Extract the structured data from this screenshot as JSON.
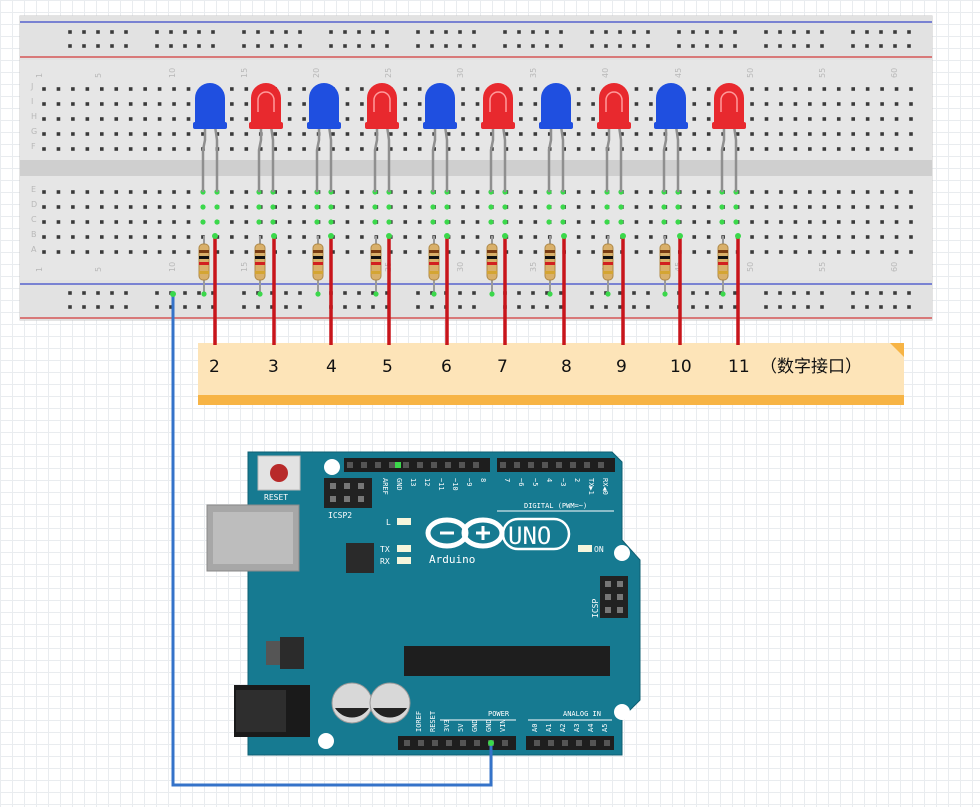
{
  "breadboard": {
    "top_numbers": [
      "1",
      "5",
      "10",
      "15",
      "20",
      "25",
      "30",
      "35",
      "40",
      "45",
      "50",
      "55",
      "60"
    ],
    "bottom_numbers": [
      "1",
      "5",
      "10",
      "15",
      "20",
      "25",
      "30",
      "35",
      "40",
      "45",
      "50",
      "55",
      "60"
    ],
    "upper_row_letters": [
      "J",
      "I",
      "H",
      "G",
      "F"
    ],
    "lower_row_letters": [
      "E",
      "D",
      "C",
      "B",
      "A"
    ]
  },
  "leds": [
    {
      "color": "blue"
    },
    {
      "color": "red"
    },
    {
      "color": "blue"
    },
    {
      "color": "red"
    },
    {
      "color": "blue"
    },
    {
      "color": "red"
    },
    {
      "color": "blue"
    },
    {
      "color": "red"
    },
    {
      "color": "blue"
    },
    {
      "color": "red"
    }
  ],
  "colors": {
    "led_blue": "#1f4fe0",
    "led_red": "#e8292e",
    "wire_red": "#c8151b",
    "wire_blue": "#3573c9",
    "board_teal": "#167a91",
    "note_bg": "#fde4b8",
    "note_bar": "#f7b445"
  },
  "note": {
    "pin_labels": [
      "2",
      "3",
      "4",
      "5",
      "6",
      "7",
      "8",
      "9",
      "10",
      "11"
    ],
    "suffix": "（数字接口）"
  },
  "arduino": {
    "reset_label": "RESET",
    "icsp2_label": "ICSP2",
    "icsp_label": "ICSP",
    "l_label": "L",
    "tx_label": "TX",
    "rx_label": "RX",
    "on_label": "ON",
    "brand": "Arduino",
    "model": "UNO",
    "digital_label": "DIGITAL (PWM=~)",
    "power_label": "POWER",
    "analog_label": "ANALOG IN",
    "digital_pins_left": [
      "AREF",
      "GND",
      "13",
      "12",
      "~11",
      "~10",
      "~9",
      "8"
    ],
    "digital_pins_right": [
      "7",
      "~6",
      "~5",
      "4",
      "~3",
      "2",
      "TX▶1",
      "RX◀0"
    ],
    "power_pins": [
      "IOREF",
      "RESET",
      "3V3",
      "5V",
      "GND",
      "GND",
      "VIN"
    ],
    "analog_pins": [
      "A0",
      "A1",
      "A2",
      "A3",
      "A4",
      "A5"
    ]
  }
}
